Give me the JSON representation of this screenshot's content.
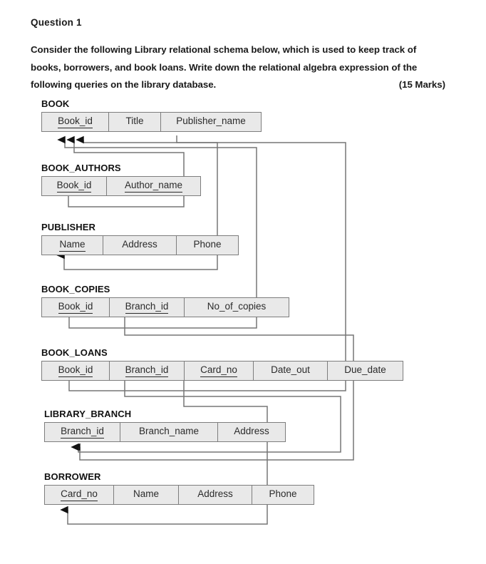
{
  "question": {
    "title": "Question  1",
    "body": "Consider the following Library relational schema below, which is used to keep track of books, borrowers, and book loans. Write down the relational algebra expression of the following queries on the library database.",
    "marks": "(15 Marks)"
  },
  "diagram": {
    "type": "relational-schema",
    "relations": [
      {
        "name": "BOOK",
        "attributes": [
          {
            "label": "Book_id",
            "key": true,
            "width": 75
          },
          {
            "label": "Title",
            "key": false,
            "width": 54
          },
          {
            "label": "Publisher_name",
            "key": false,
            "width": 122
          }
        ]
      },
      {
        "name": "BOOK_AUTHORS",
        "attributes": [
          {
            "label": "Book_id",
            "key": true,
            "width": 72
          },
          {
            "label": "Author_name",
            "key": true,
            "width": 113
          }
        ]
      },
      {
        "name": "PUBLISHER",
        "attributes": [
          {
            "label": "Name",
            "key": true,
            "width": 67
          },
          {
            "label": "Address",
            "key": false,
            "width": 84
          },
          {
            "label": "Phone",
            "key": false,
            "width": 68
          }
        ]
      },
      {
        "name": "BOOK_COPIES",
        "attributes": [
          {
            "label": "Book_id",
            "key": true,
            "width": 76
          },
          {
            "label": "Branch_id",
            "key": true,
            "width": 86
          },
          {
            "label": "No_of_copies",
            "key": false,
            "width": 128
          }
        ]
      },
      {
        "name": "BOOK_LOANS",
        "attributes": [
          {
            "label": "Book_id",
            "key": true,
            "width": 76
          },
          {
            "label": "Branch_id",
            "key": true,
            "width": 86
          },
          {
            "label": "Card_no",
            "key": true,
            "width": 78
          },
          {
            "label": "Date_out",
            "key": false,
            "width": 85
          },
          {
            "label": "Due_date",
            "key": false,
            "width": 87
          }
        ]
      },
      {
        "name": "LIBRARY_BRANCH",
        "attributes": [
          {
            "label": "Branch_id",
            "key": true,
            "width": 87
          },
          {
            "label": "Branch_name",
            "key": false,
            "width": 118
          },
          {
            "label": "Address",
            "key": false,
            "width": 76
          }
        ]
      },
      {
        "name": "BORROWER",
        "attributes": [
          {
            "label": "Card_no",
            "key": true,
            "width": 78
          },
          {
            "label": "Name",
            "key": false,
            "width": 72
          },
          {
            "label": "Address",
            "key": false,
            "width": 84
          },
          {
            "label": "Phone",
            "key": false,
            "width": 68
          }
        ]
      }
    ],
    "foreign_keys": [
      {
        "from": "BOOK.Publisher_name",
        "to": "PUBLISHER.Name"
      },
      {
        "from": "BOOK_AUTHORS.Book_id",
        "to": "BOOK.Book_id"
      },
      {
        "from": "BOOK_COPIES.Book_id",
        "to": "BOOK.Book_id"
      },
      {
        "from": "BOOK_COPIES.Branch_id",
        "to": "LIBRARY_BRANCH.Branch_id"
      },
      {
        "from": "BOOK_LOANS.Book_id",
        "to": "BOOK.Book_id"
      },
      {
        "from": "BOOK_LOANS.Branch_id",
        "to": "LIBRARY_BRANCH.Branch_id"
      },
      {
        "from": "BOOK_LOANS.Card_no",
        "to": "BORROWER.Card_no"
      }
    ]
  },
  "colors": {
    "cell_fill": "#e9e9e9",
    "cell_border": "#7d7d7d",
    "connector": "#767676",
    "arrow": "#111111",
    "text": "#2b2b2b"
  }
}
